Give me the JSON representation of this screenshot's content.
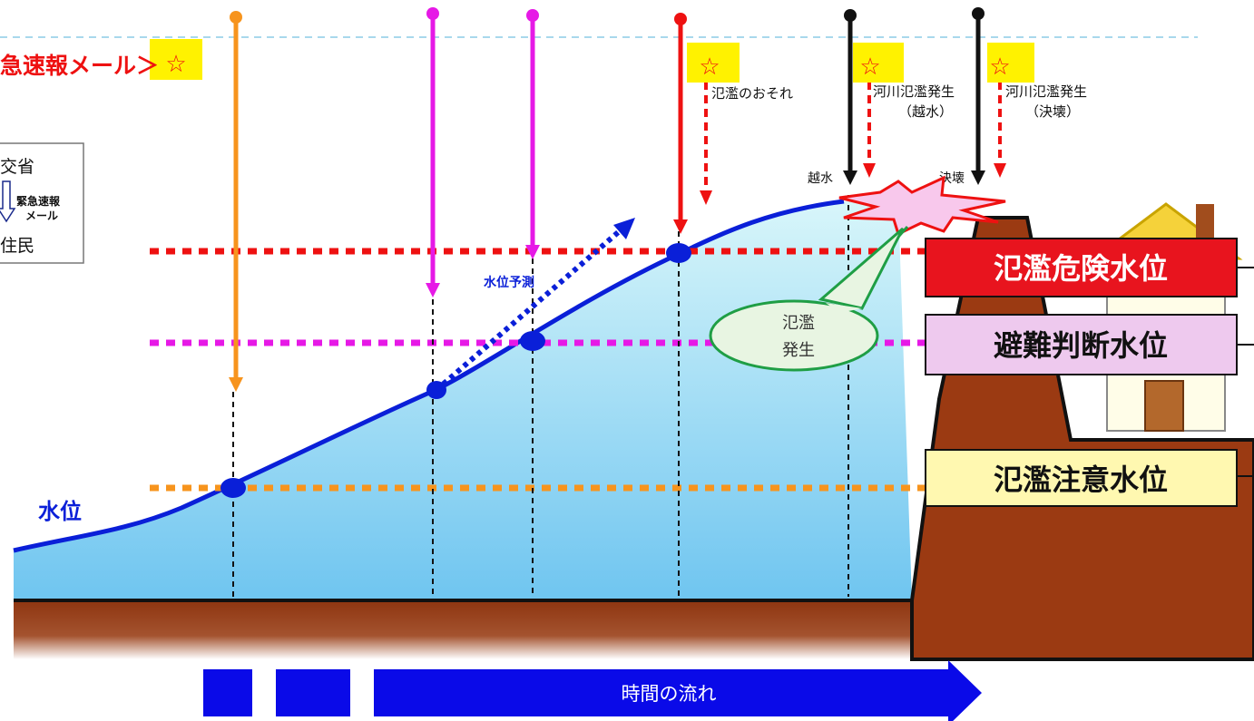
{
  "header": {
    "mail_label": "急速報メール＞",
    "star": "☆"
  },
  "legend": {
    "line1": "交省",
    "mail_label_line1": "緊急速報",
    "mail_label_line2": "メール",
    "line2": "住民"
  },
  "events": {
    "flood_risk": "氾濫のおそれ",
    "overflow_occurs_line1": "河川氾濫発生",
    "overflow_occurs_line2": "（越水）",
    "breach_occurs_line1": "河川氾濫発生",
    "breach_occurs_line2": "（決壊）",
    "overtop_label": "越水",
    "breach_label": "決壊"
  },
  "bubble": {
    "line1": "氾濫",
    "line2": "発生"
  },
  "water_level_label": "水位",
  "prediction_label": "水位予測",
  "levels": {
    "danger": "氾濫危険水位",
    "evacuation": "避難判断水位",
    "caution": "氾濫注意水位"
  },
  "time_flow_label": "時間の流れ",
  "colors": {
    "orange": "#F7941D",
    "magenta": "#E619E6",
    "red": "#EE1111",
    "black": "#111111",
    "blue": "#0A1FD8",
    "danger_box": "#E8141E",
    "evac_box": "#EEC9EE",
    "caution_box": "#FFF8B0",
    "star_bg": "#FFF200",
    "earth": "#8A3210"
  }
}
